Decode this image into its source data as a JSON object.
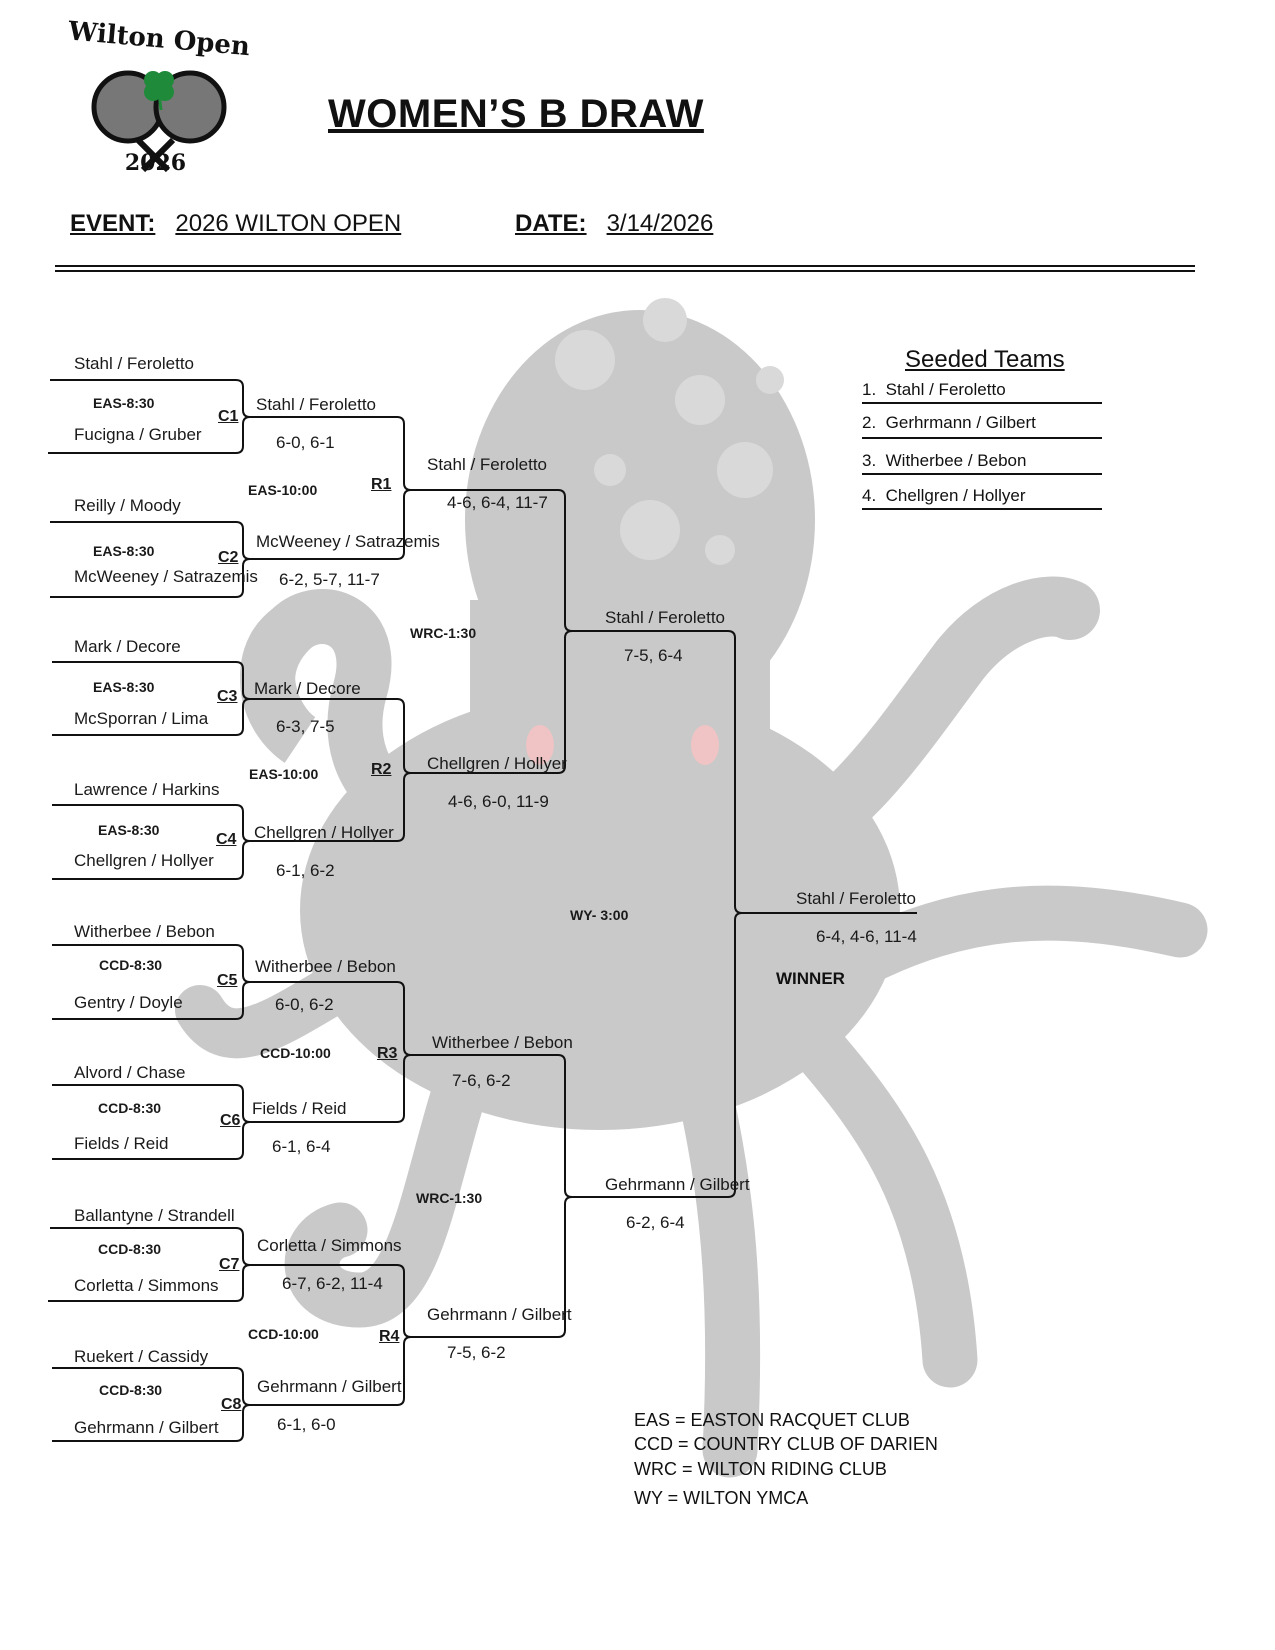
{
  "logo": {
    "name": "Wilton Open",
    "year": "2026"
  },
  "title": "WOMEN’S B DRAW",
  "event": {
    "label": "EVENT:",
    "value": "2026 WILTON OPEN"
  },
  "date": {
    "label": "DATE:",
    "value": "3/14/2026"
  },
  "seeded": {
    "heading": "Seeded Teams",
    "items": [
      {
        "num": "1.",
        "team": "Stahl / Feroletto"
      },
      {
        "num": "2.",
        "team": "Gerhrmann / Gilbert"
      },
      {
        "num": "3.",
        "team": "Witherbee / Bebon"
      },
      {
        "num": "4.",
        "team": "Chellgren / Hollyer"
      }
    ]
  },
  "round1": [
    {
      "top": "Stahl / Feroletto",
      "time": "EAS-8:30",
      "court": "C1",
      "bottom": "Fucigna / Gruber"
    },
    {
      "top": "Reilly / Moody",
      "time": "EAS-8:30",
      "court": "C2",
      "bottom": "McWeeney / Satrazemis"
    },
    {
      "top": "Mark / Decore",
      "time": "EAS-8:30",
      "court": "C3",
      "bottom": "McSporran / Lima"
    },
    {
      "top": "Lawrence / Harkins",
      "time": "EAS-8:30",
      "court": "C4",
      "bottom": "Chellgren / Hollyer"
    },
    {
      "top": "Witherbee / Bebon",
      "time": "CCD-8:30",
      "court": "C5",
      "bottom": "Gentry / Doyle"
    },
    {
      "top": "Alvord / Chase",
      "time": "CCD-8:30",
      "court": "C6",
      "bottom": "Fields / Reid"
    },
    {
      "top": "Ballantyne / Strandell",
      "time": "CCD-8:30",
      "court": "C7",
      "bottom": "Corletta / Simmons"
    },
    {
      "top": "Ruekert / Cassidy",
      "time": "CCD-8:30",
      "court": "C8",
      "bottom": "Gehrmann / Gilbert"
    }
  ],
  "round2": [
    {
      "winner": "Stahl / Feroletto",
      "score": "6-0, 6-1"
    },
    {
      "winner": "McWeeney / Satrazemis",
      "score": "6-2, 5-7, 11-7"
    },
    {
      "winner": "Mark / Decore",
      "score": "6-3, 7-5"
    },
    {
      "winner": "Chellgren / Hollyer",
      "score": "6-1, 6-2"
    },
    {
      "winner": "Witherbee / Bebon",
      "score": "6-0, 6-2"
    },
    {
      "winner": "Fields / Reid",
      "score": "6-1, 6-4"
    },
    {
      "winner": "Corletta / Simmons",
      "score": "6-7, 6-2, 11-4"
    },
    {
      "winner": "Gehrmann / Gilbert",
      "score": "6-1, 6-0"
    }
  ],
  "round2_matches": [
    {
      "time": "EAS-10:00",
      "court": "R1"
    },
    {
      "time": "EAS-10:00",
      "court": "R2"
    },
    {
      "time": "CCD-10:00",
      "court": "R3"
    },
    {
      "time": "CCD-10:00",
      "court": "R4"
    }
  ],
  "round3": [
    {
      "winner": "Stahl / Feroletto",
      "score": "4-6, 6-4, 11-7"
    },
    {
      "winner": "Chellgren / Hollyer",
      "score": "4-6, 6-0, 11-9"
    },
    {
      "winner": "Witherbee / Bebon",
      "score": "7-6, 6-2"
    },
    {
      "winner": "Gehrmann / Gilbert",
      "score": "7-5, 6-2"
    }
  ],
  "semis": [
    {
      "time": "WRC-1:30"
    },
    {
      "time": "WRC-1:30"
    }
  ],
  "finalists": [
    {
      "winner": "Stahl / Feroletto",
      "score": "7-5, 6-4"
    },
    {
      "winner": "Gehrmann / Gilbert",
      "score": "6-2, 6-4"
    }
  ],
  "final": {
    "time": "WY- 3:00"
  },
  "champion": {
    "winner": "Stahl / Feroletto",
    "score": "6-4, 4-6, 11-4",
    "label": "WINNER"
  },
  "legend": [
    "EAS = EASTON RACQUET CLUB",
    "CCD = COUNTRY CLUB OF DARIEN",
    "WRC = WILTON RIDING CLUB",
    "WY = WILTON YMCA"
  ],
  "colors": {
    "octopus": "#c8c8c8",
    "octopus_spot": "#d8d8d8",
    "cheek": "#f0c4c4",
    "clover": "#1f8a3a"
  }
}
